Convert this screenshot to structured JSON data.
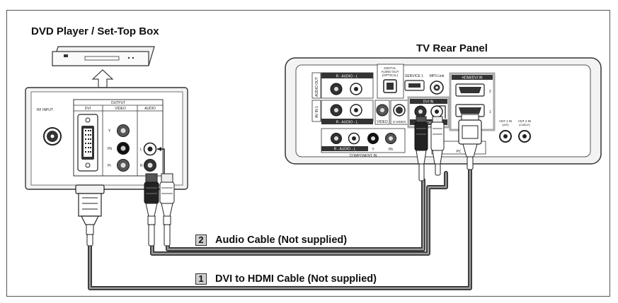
{
  "headings": {
    "source_device": "DVD Player / Set-Top Box",
    "tv_panel": "TV Rear Panel"
  },
  "cables": [
    {
      "number": "2",
      "label": "Audio Cable (Not supplied)"
    },
    {
      "number": "1",
      "label": "DVI to HDMI Cable (Not supplied)"
    }
  ],
  "source_panel": {
    "rf_input": "RF INPUT",
    "output": "OUTPUT",
    "dvi": "DVI",
    "video": "VIDEO",
    "audio": "AUDIO",
    "y": "Y",
    "pb": "Pb",
    "pr": "Pr",
    "l": "L",
    "r": "R"
  },
  "tv_ports": {
    "audio_out": "AUDIO OUT",
    "audio_label": "R - AUDIO - L",
    "digital_audio_out": [
      "DIGITAL",
      "AUDIO OUT",
      "(OPTICAL)"
    ],
    "service": "SERVICE 1",
    "mp3_link": "MP3 Link",
    "hdmi_dvi_in": "HDMI/DVI IN",
    "hdmi_2": "2",
    "hdmi_1": "1",
    "av_in": "AV IN 1",
    "video": "VIDEO",
    "s_video": "S-VIDEO",
    "dvi_in": "DVI IN",
    "dvi_audio": "L - AUDIO - R",
    "component_in": "COMPONENT IN",
    "y": "Y",
    "pb": "Pb",
    "pc": "PC",
    "ant1": [
      "ANT 1 IN",
      "(AIR)"
    ],
    "ant2": [
      "ANT 2 IN",
      "(CABLE)"
    ]
  }
}
